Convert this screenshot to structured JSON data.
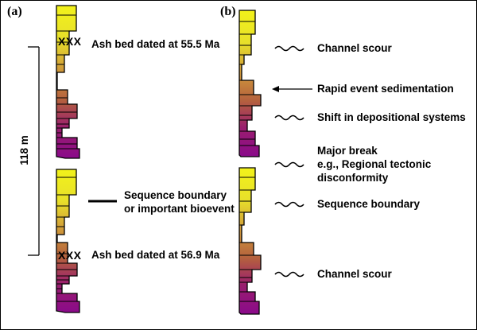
{
  "panels": {
    "a": {
      "label": "(a)",
      "scale_label": "118 m",
      "ash_marker": "XXX",
      "ash_upper": "Ash bed dated at 55.5 Ma",
      "ash_lower": "Ash bed dated at 56.9 Ma",
      "sequence_label_line1": "Sequence boundary",
      "sequence_label_line2": "or important bioevent"
    },
    "b": {
      "label": "(b)",
      "annotations": [
        "Channel scour",
        "Rapid event sedimentation",
        "Shift in depositional systems",
        "Major break",
        "e.g., Regional tectonic",
        "disconformity",
        "Sequence boundary",
        "Channel scour"
      ]
    }
  },
  "colors": {
    "top_yellow": "#f2f21a",
    "middle_brown": "#c8963a",
    "lower_red": "#a83a5a",
    "bottom_purple": "#8c0f8c",
    "outline": "#000000"
  }
}
